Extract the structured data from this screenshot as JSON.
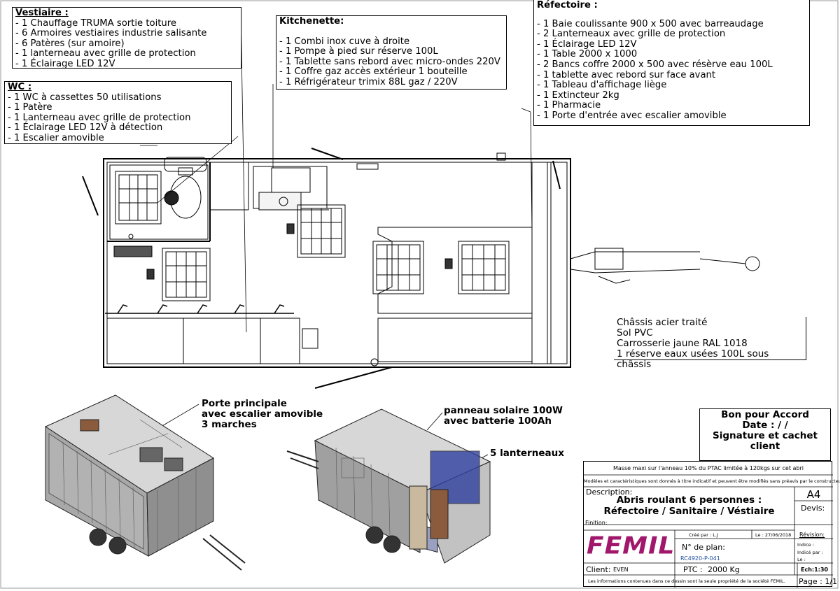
{
  "vestiaire": {
    "title": "Vestiaire :",
    "items": [
      "- 1 Chauffage TRUMA sortie toiture",
      "- 6 Armoires vestiaires industrie salisante",
      "- 6 Patères (sur amoire)",
      "- 1 lanterneau avec grille de protection",
      "- 1 Éclairage LED 12V"
    ]
  },
  "wc": {
    "title": "WC :",
    "items": [
      "- 1 WC à cassettes 50 utilisations",
      "- 1 Patère",
      "- 1 Lanterneau avec grille de protection",
      "- 1 Éclairage LED 12V à détection",
      "- 1 Escalier amovible"
    ]
  },
  "kitchenette": {
    "title": "Kitchenette:",
    "items": [
      "- 1 Combi inox cuve à droite",
      "- 1 Pompe à pied sur réserve 100L",
      "- 1 Tablette sans rebord avec micro-ondes 220V",
      "- 1 Coffre gaz accès extérieur 1 bouteille",
      "- 1 Réfrigérateur trimix 88L gaz / 220V"
    ]
  },
  "refectoire": {
    "title": "Réfectoire :",
    "items": [
      "- 1 Baie coulissante 900 x 500 avec barreaudage",
      "- 2 Lanterneaux avec grille de protection",
      "- 1 Éclairage LED 12V",
      "- 1 Table 2000 x 1000",
      "- 2 Bancs coffre 2000 x 500 avec résèrve eau 100L",
      "- 1 tablette avec rebord sur face avant",
      "- 1 Tableau d'affichage liège",
      "- 1 Extincteur 2kg",
      "- 1 Pharmacie",
      "- 1 Porte d'entrée avec escalier amovible"
    ]
  },
  "chassis_note": [
    "Châssis acier traité",
    "Sol PVC",
    "Carrosserie jaune RAL 1018",
    "1 réserve eaux usées 100L sous châssis"
  ],
  "callouts": {
    "porte": [
      "Porte principale",
      "avec escalier amovible",
      "3 marches"
    ],
    "solaire": [
      "panneau solaire 100W",
      "avec batterie 100Ah"
    ],
    "lanterneaux": "5 lanterneaux"
  },
  "accord": {
    "line1": "Bon pour Accord",
    "line2": "Date :   /   /",
    "line3": "Signature et cachet client"
  },
  "title_block": {
    "masse": "Masse maxi sur l'anneau 10% du PTAC limitée à 120kgs sur cet abri",
    "disclaimer": "Modèles et caractéristiques sont donnés à titre indicatif et peuvent être modifiés sans préavis par le constructeur.",
    "description_label": "Description:",
    "description_line1": "Abris roulant 6 personnes :",
    "description_line2": "Réfectoire / Sanitaire / Véstiaire",
    "format": "A4",
    "devis_label": "Devis:",
    "finition_label": "Finition:",
    "cree_par": "Créé par : L.J",
    "date": "Le : 27/06/2018",
    "revision_label": "Révision:",
    "logo": "FEMIL",
    "plan_label": "N° de plan:",
    "plan_number": "RC4920-P-041",
    "indice_label": "Indice :",
    "indice_par_label": "Indicé par :",
    "le_label": "Le :",
    "client_label": "Client:",
    "client_value": "EVEN",
    "ptc_label": "PTC :",
    "ptc_value": "2000 Kg",
    "echelle": "Ech:1:30",
    "propriete": "Les informations contenues dans ce dessin sont la seule propriété de la société FEMIL.",
    "page": "Page : 1/1"
  },
  "colors": {
    "logo": "#a0176b",
    "plan_number": "#1f4fa0",
    "frame": "#000000"
  }
}
